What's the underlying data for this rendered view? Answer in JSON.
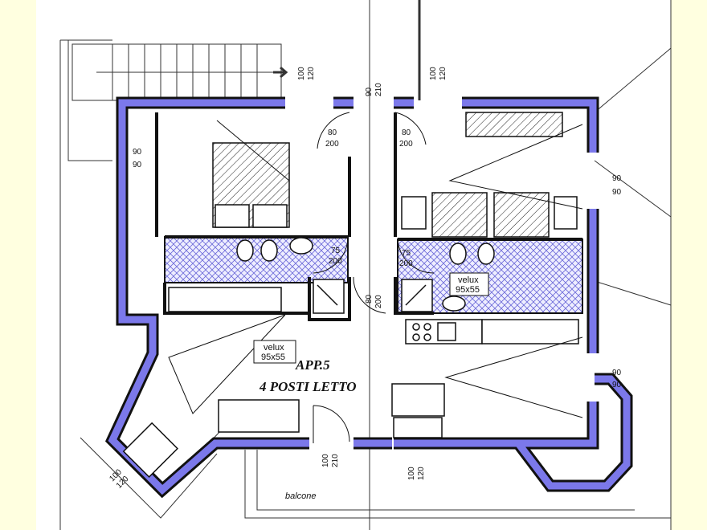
{
  "title": "APP.5",
  "subtitle": "4 POSTI LETTO",
  "balcony_label": "balcone",
  "velux": [
    {
      "name": "velux",
      "size": "95x55"
    },
    {
      "name": "velux",
      "size": "95x55"
    }
  ],
  "dims": {
    "top_left_window": [
      "100",
      "120"
    ],
    "top_door": [
      "90",
      "210"
    ],
    "top_right_window": [
      "100",
      "120"
    ],
    "bed1_door": [
      "80",
      "200"
    ],
    "bed2_door": [
      "80",
      "200"
    ],
    "left_window": [
      "90",
      "90"
    ],
    "right_window_top": [
      "90",
      "90"
    ],
    "bath1_door": [
      "75",
      "200"
    ],
    "bath2_door": [
      "75",
      "200"
    ],
    "hall_door": [
      "80",
      "200"
    ],
    "right_window_bottom": [
      "90",
      "90"
    ],
    "balcony_door": [
      "100",
      "210"
    ],
    "bottom_window": [
      "100",
      "120"
    ],
    "bay_window": [
      "100",
      "120"
    ]
  },
  "colors": {
    "wall": "#7b78ea",
    "hatch": "#6b68d8",
    "background": "#ffffe0"
  }
}
